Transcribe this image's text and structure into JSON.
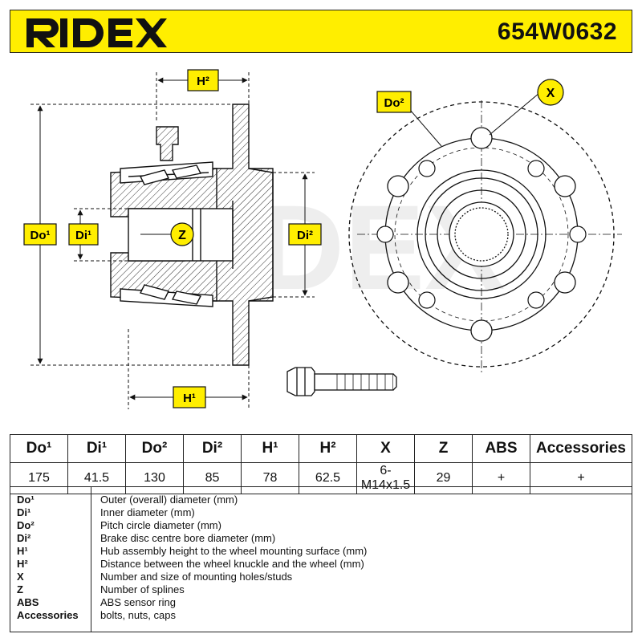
{
  "header": {
    "brand": "RIDEX",
    "part_number": "654W0632",
    "accent_color": "#ffee00"
  },
  "drawing": {
    "labels": {
      "h2": "H²",
      "do1": "Do¹",
      "di1": "Di¹",
      "z": "Z",
      "di2": "Di²",
      "h1": "H¹",
      "do2": "Do²",
      "x": "X"
    }
  },
  "spec_table": {
    "headers": [
      "Do¹",
      "Di¹",
      "Do²",
      "Di²",
      "H¹",
      "H²",
      "X",
      "Z",
      "ABS",
      "Accessories"
    ],
    "values": [
      "175",
      "41.5",
      "130",
      "85",
      "78",
      "62.5",
      "6-M14x1.5",
      "29",
      "+",
      "+"
    ]
  },
  "legend": [
    {
      "key": "Do¹",
      "desc": "Outer (overall) diameter (mm)"
    },
    {
      "key": "Di¹",
      "desc": "Inner diameter (mm)"
    },
    {
      "key": "Do²",
      "desc": "Pitch circle diameter (mm)"
    },
    {
      "key": "Di²",
      "desc": "Brake disc centre bore diameter (mm)"
    },
    {
      "key": "H¹",
      "desc": "Hub assembly height to the wheel mounting surface (mm)"
    },
    {
      "key": "H²",
      "desc": "Distance between the wheel knuckle and the wheel (mm)"
    },
    {
      "key": "X",
      "desc": "Number and size of mounting holes/studs"
    },
    {
      "key": "Z",
      "desc": "Number of splines"
    },
    {
      "key": "ABS",
      "desc": "ABS sensor ring"
    },
    {
      "key": "Accessories",
      "desc": "bolts, nuts, caps"
    }
  ]
}
